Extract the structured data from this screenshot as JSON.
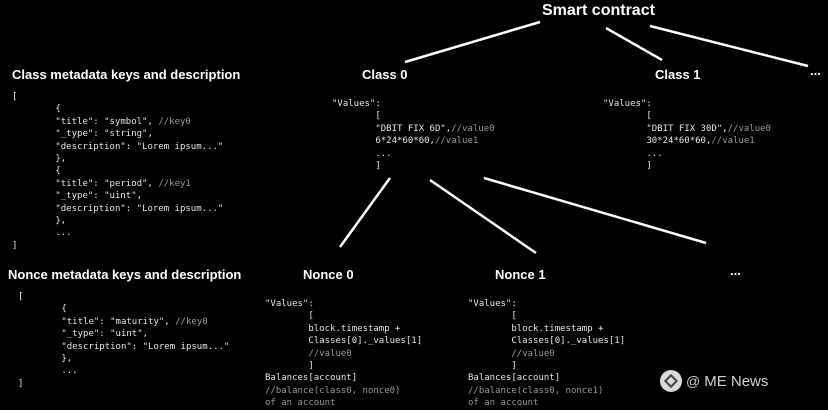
{
  "title": "Smart contract",
  "sections": {
    "class_meta_heading": "Class metadata keys and description",
    "nonce_meta_heading": "Nonce metadata keys and description"
  },
  "nodes": {
    "class0": "Class 0",
    "class1": "Class 1",
    "class_more": "...",
    "nonce0": "Nonce 0",
    "nonce1": "Nonce 1",
    "nonce_more": "..."
  },
  "class_meta_code": [
    {
      "t": "[",
      "c": ""
    },
    {
      "t": "        {",
      "c": ""
    },
    {
      "t": "        \"title\": \"symbol\", ",
      "c": "//key0"
    },
    {
      "t": "        \"_type\": \"string\",",
      "c": ""
    },
    {
      "t": "        \"description\": \"Lorem ipsum...\"",
      "c": ""
    },
    {
      "t": "        },",
      "c": ""
    },
    {
      "t": "        {",
      "c": ""
    },
    {
      "t": "        \"title\": \"period\", ",
      "c": "//key1"
    },
    {
      "t": "        \"_type\": \"uint\",",
      "c": ""
    },
    {
      "t": "        \"description\": \"Lorem ipsum...\"",
      "c": ""
    },
    {
      "t": "        },",
      "c": ""
    },
    {
      "t": "        ...",
      "c": ""
    },
    {
      "t": "]",
      "c": ""
    }
  ],
  "nonce_meta_code": [
    {
      "t": "[",
      "c": ""
    },
    {
      "t": "        {",
      "c": ""
    },
    {
      "t": "        \"title\": \"maturity\", ",
      "c": "//key0"
    },
    {
      "t": "        \"_type\": \"uint\",",
      "c": ""
    },
    {
      "t": "        \"description\": \"Lorem ipsum...\"",
      "c": ""
    },
    {
      "t": "        },",
      "c": ""
    },
    {
      "t": "        ...",
      "c": ""
    },
    {
      "t": "]",
      "c": ""
    }
  ],
  "class0_code": [
    {
      "t": "\"Values\":",
      "c": ""
    },
    {
      "t": "        [",
      "c": ""
    },
    {
      "t": "        \"DBIT FIX 6D\",",
      "c": "//value0"
    },
    {
      "t": "        6*24*60*60,",
      "c": "//value1"
    },
    {
      "t": "        ...",
      "c": ""
    },
    {
      "t": "        ]",
      "c": ""
    }
  ],
  "class1_code": [
    {
      "t": "\"Values\":",
      "c": ""
    },
    {
      "t": "        [",
      "c": ""
    },
    {
      "t": "        \"DBIT FIX 30D\",",
      "c": "//value0"
    },
    {
      "t": "        30*24*60*60,",
      "c": "//value1"
    },
    {
      "t": "        ...",
      "c": ""
    },
    {
      "t": "        ]",
      "c": ""
    }
  ],
  "nonce0_code": [
    {
      "t": "\"Values\":",
      "c": ""
    },
    {
      "t": "        [",
      "c": ""
    },
    {
      "t": "        block.timestamp +",
      "c": ""
    },
    {
      "t": "        Classes[0]._values[1]",
      "c": ""
    },
    {
      "t": "        ",
      "c": "//value0"
    },
    {
      "t": "        ]",
      "c": ""
    },
    {
      "t": "Balances[account]",
      "c": ""
    },
    {
      "t": "",
      "c": "//balance(class0, nonce0)"
    },
    {
      "t": "",
      "c": "of an account"
    }
  ],
  "nonce1_code": [
    {
      "t": "\"Values\":",
      "c": ""
    },
    {
      "t": "        [",
      "c": ""
    },
    {
      "t": "        block.timestamp +",
      "c": ""
    },
    {
      "t": "        Classes[0]._values[1]",
      "c": ""
    },
    {
      "t": "        ",
      "c": "//value0"
    },
    {
      "t": "        ]",
      "c": ""
    },
    {
      "t": "Balances[account]",
      "c": ""
    },
    {
      "t": "",
      "c": "//balance(class0, nonce1)"
    },
    {
      "t": "",
      "c": "of an account"
    }
  ],
  "watermark": {
    "at": "@",
    "text": "ME News",
    "logo_icon": "binance-logo-icon"
  },
  "colors": {
    "background": "#000000",
    "text": "#ffffff",
    "comment": "#9a9a9a",
    "connector": "#ffffff"
  }
}
